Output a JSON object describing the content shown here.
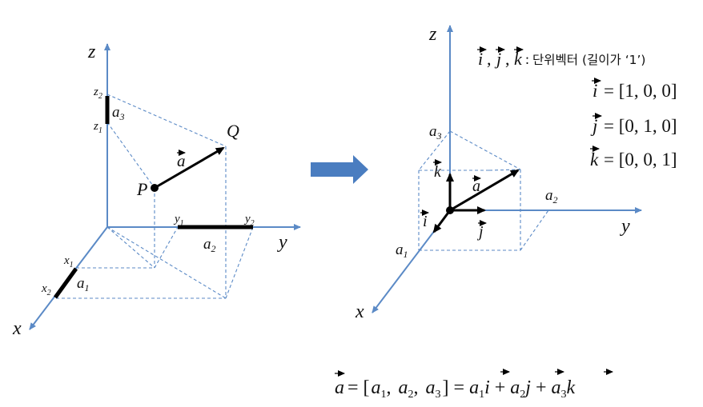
{
  "colors": {
    "axis": "#5b8ac6",
    "arrow": "#4a7dc0",
    "ink": "#000000"
  },
  "left_diagram": {
    "axis_x": "x",
    "axis_y": "y",
    "axis_z": "z",
    "point_p": "P",
    "point_q": "Q",
    "vector": "a",
    "x1": "x",
    "x1_sub": "1",
    "x2": "x",
    "x2_sub": "2",
    "y1": "y",
    "y1_sub": "1",
    "y2": "y",
    "y2_sub": "2",
    "z1": "z",
    "z1_sub": "1",
    "z2": "z",
    "z2_sub": "2",
    "a1": "a",
    "a1_sub": "1",
    "a2": "a",
    "a2_sub": "2",
    "a3": "a",
    "a3_sub": "3"
  },
  "right_diagram": {
    "axis_x": "x",
    "axis_y": "y",
    "axis_z": "z",
    "vector": "a",
    "unit_i": "i",
    "unit_j": "j",
    "unit_k": "k",
    "a1": "a",
    "a1_sub": "1",
    "a2": "a",
    "a2_sub": "2",
    "a3": "a",
    "a3_sub": "3"
  },
  "legend": {
    "i": "i",
    "comma1": ",",
    "j": "j",
    "comma2": ",",
    "k": "k",
    "colon": ":",
    "note": "단위벡터 (길이가 ‘1’)",
    "i_value": "= [1, 0, 0]",
    "j_value": "= [0, 1, 0]",
    "k_value": "= [0, 0, 1]"
  },
  "formula": {
    "lhs": "a",
    "eq": "= [",
    "t1": "a",
    "t1_sub": "1",
    "sep1": ",",
    "t2": "a",
    "t2_sub": "2",
    "sep2": ",",
    "t3": "a",
    "t3_sub": "3",
    "close": "] =",
    "c1": "a",
    "c1_sub": "1",
    "v1": "i",
    "plus1": "+",
    "c2": "a",
    "c2_sub": "2",
    "v2": "j",
    "plus2": "+",
    "c3": "a",
    "c3_sub": "3",
    "v3": "k"
  }
}
